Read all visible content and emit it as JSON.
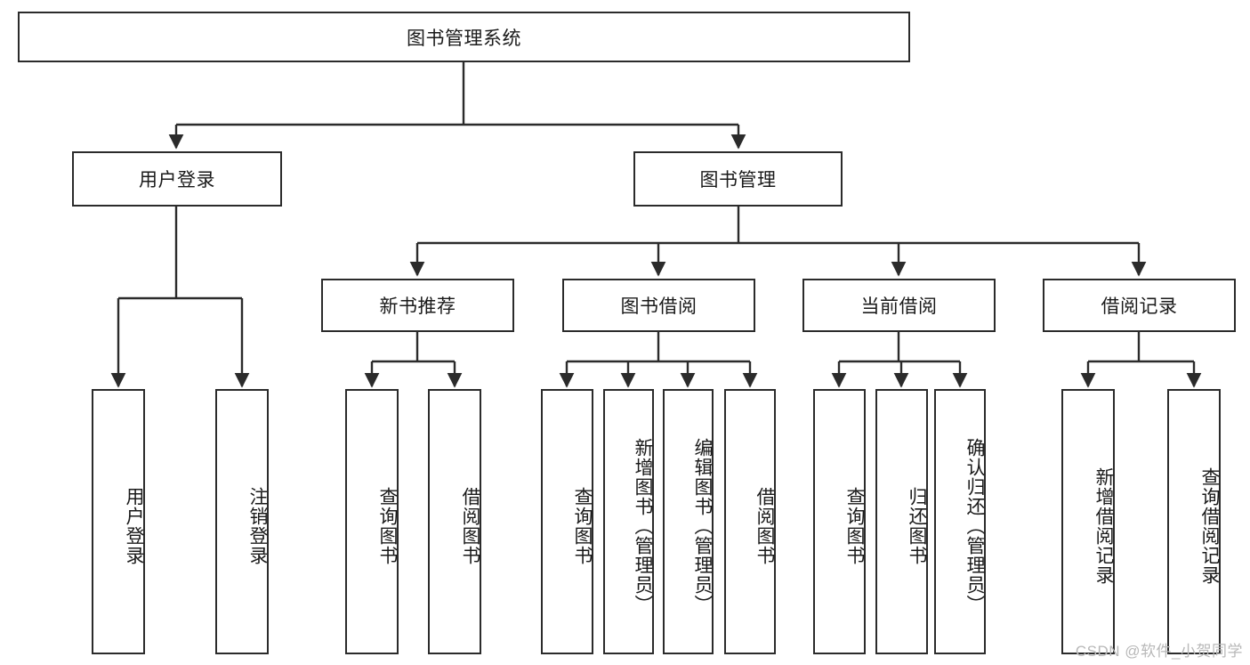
{
  "diagram": {
    "type": "tree-hierarchy",
    "title": "图书管理系统",
    "root": {
      "id": "root",
      "label": "图书管理系统",
      "orientation": "horizontal"
    },
    "level2": [
      {
        "id": "user-login",
        "label": "用户登录",
        "orientation": "horizontal"
      },
      {
        "id": "book-management",
        "label": "图书管理",
        "orientation": "horizontal"
      }
    ],
    "level3": [
      {
        "id": "new-book-recommend",
        "label": "新书推荐",
        "orientation": "horizontal",
        "parent": "book-management"
      },
      {
        "id": "book-borrow",
        "label": "图书借阅",
        "orientation": "horizontal",
        "parent": "book-management"
      },
      {
        "id": "current-borrow",
        "label": "当前借阅",
        "orientation": "horizontal",
        "parent": "book-management"
      },
      {
        "id": "borrow-record",
        "label": "借阅记录",
        "orientation": "horizontal",
        "parent": "book-management"
      }
    ],
    "leaves": [
      {
        "id": "leaf-user-login",
        "label": "用户登录",
        "orientation": "vertical",
        "parent": "user-login"
      },
      {
        "id": "leaf-logout-login",
        "label": "注销登录",
        "orientation": "vertical",
        "parent": "user-login"
      },
      {
        "id": "leaf-query-book-1",
        "label": "查询图书",
        "orientation": "vertical",
        "parent": "new-book-recommend"
      },
      {
        "id": "leaf-borrow-book-1",
        "label": "借阅图书",
        "orientation": "vertical",
        "parent": "new-book-recommend"
      },
      {
        "id": "leaf-query-book-2",
        "label": "查询图书",
        "orientation": "vertical",
        "parent": "book-borrow"
      },
      {
        "id": "leaf-add-book",
        "label": "新增图书（管理员）",
        "orientation": "vertical",
        "parent": "book-borrow"
      },
      {
        "id": "leaf-edit-book",
        "label": "编辑图书（管理员）",
        "orientation": "vertical",
        "parent": "book-borrow"
      },
      {
        "id": "leaf-borrow-book-2",
        "label": "借阅图书",
        "orientation": "vertical",
        "parent": "book-borrow"
      },
      {
        "id": "leaf-query-book-3",
        "label": "查询图书",
        "orientation": "vertical",
        "parent": "current-borrow"
      },
      {
        "id": "leaf-return-book",
        "label": "归还图书",
        "orientation": "vertical",
        "parent": "current-borrow"
      },
      {
        "id": "leaf-confirm-return",
        "label": "确认归还（管理员）",
        "orientation": "vertical",
        "parent": "current-borrow"
      },
      {
        "id": "leaf-add-record",
        "label": "新增借阅记录",
        "orientation": "vertical",
        "parent": "borrow-record"
      },
      {
        "id": "leaf-query-record",
        "label": "查询借阅记录",
        "orientation": "vertical",
        "parent": "borrow-record"
      }
    ],
    "colors": {
      "stroke": "#2b2b2b",
      "fill": "#ffffff",
      "text": "#1a1a1a",
      "watermark": "#b8b8b8"
    }
  },
  "watermark": {
    "text": "CSDN @软件_小贺同学"
  }
}
